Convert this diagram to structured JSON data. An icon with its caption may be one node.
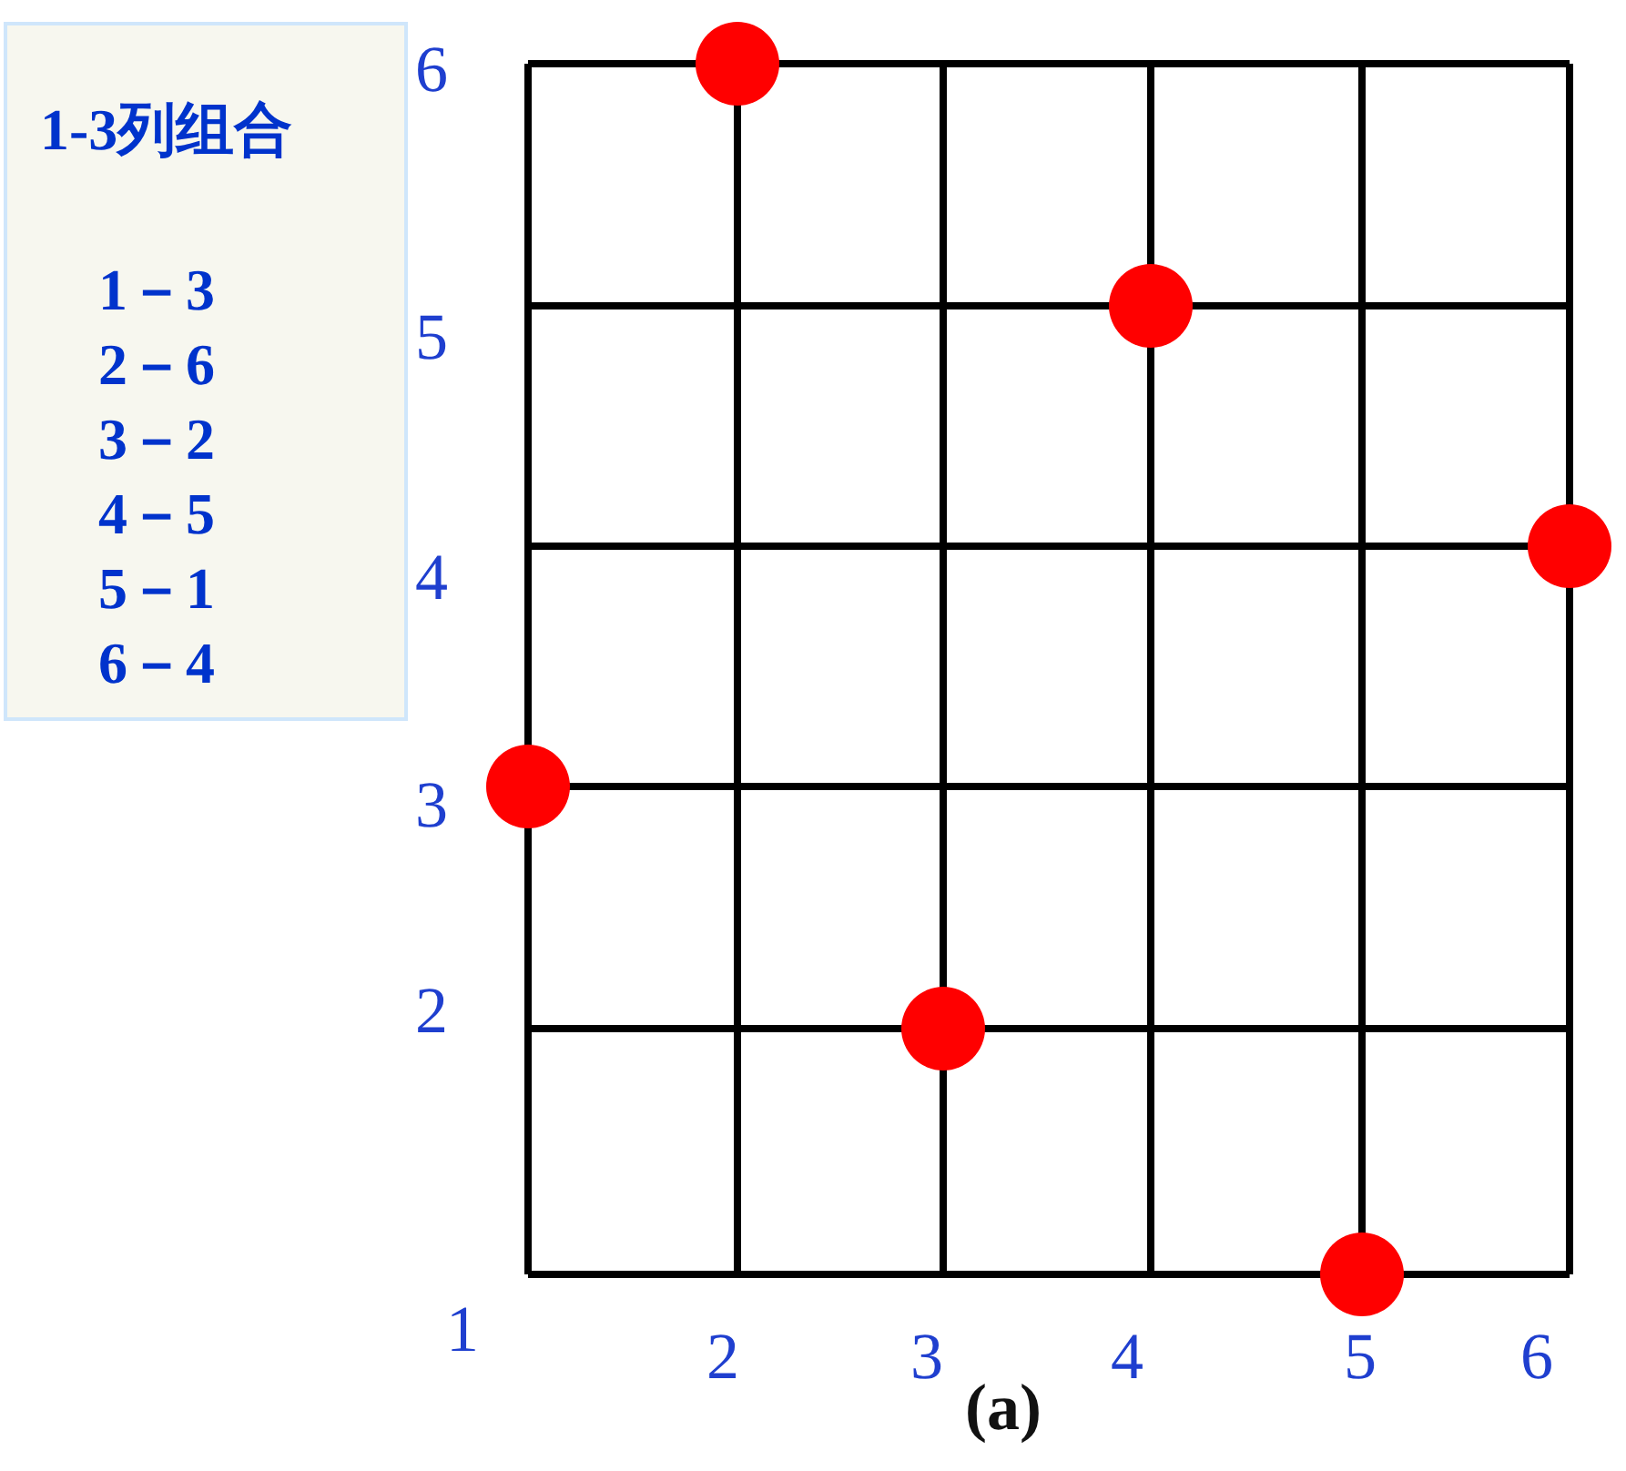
{
  "diagram": {
    "caption": "(a)",
    "nodes": [
      {
        "text": [
          "1-3列组合",
          "1－3",
          "2－6",
          "3－2",
          "4－5",
          "5－1",
          "6－4"
        ]
      },
      {
        "text": [],
        "shape": "circle"
      },
      {
        "text": [],
        "shape": "circle"
      },
      {
        "text": [],
        "shape": "circle"
      },
      {
        "text": [],
        "shape": "circle"
      },
      {
        "text": [],
        "shape": "circle"
      },
      {
        "text": [],
        "shape": "circle"
      }
    ],
    "edges": [],
    "labels": [
      "6",
      "5",
      "4",
      "3",
      "2",
      "1",
      "2",
      "3",
      "4",
      "5",
      "6"
    ]
  }
}
